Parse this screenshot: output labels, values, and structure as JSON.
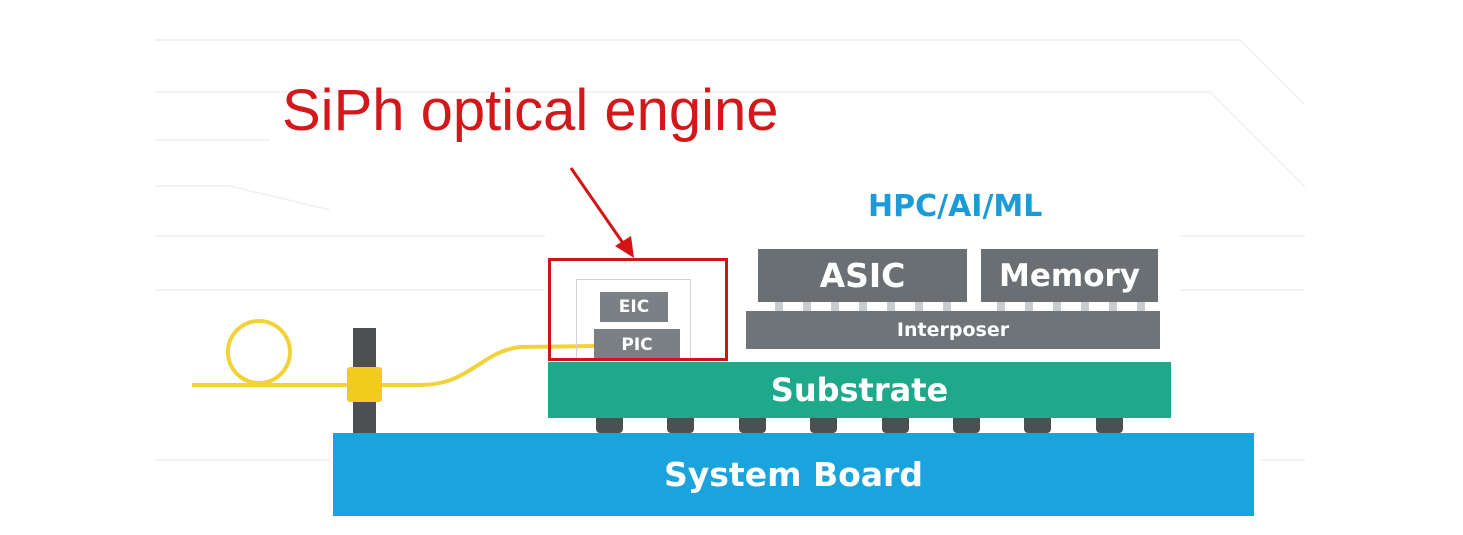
{
  "title": "SiPh optical engine",
  "package_label": "HPC/AI/ML",
  "components": {
    "asic": "ASIC",
    "memory": "Memory",
    "interposer": "Interposer",
    "eic": "EIC",
    "pic": "PIC",
    "substrate": "Substrate",
    "system_board": "System Board"
  },
  "colors": {
    "callout": "#d21414",
    "system_board": "#1aa3dd",
    "substrate": "#1ea98a",
    "chip": "#6f7479",
    "fiber": "#f2d23a",
    "package_label": "#1b9bd8"
  }
}
